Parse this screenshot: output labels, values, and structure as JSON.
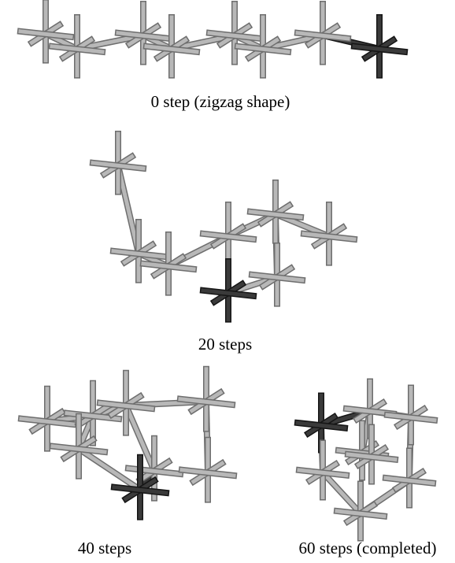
{
  "figure": {
    "captions": {
      "step0": "0 step (zigzag shape)",
      "step20": "20 steps",
      "step40": "40 steps",
      "step60": "60 steps (completed)"
    },
    "colors": {
      "module_light": "#b8b8b8",
      "module_edge": "#6e6e6e",
      "module_dark": "#3a3a3a",
      "module_dark_edge": "#151515"
    },
    "panels": [
      {
        "id": "step0",
        "state": "zigzag shape",
        "module_count": 8
      },
      {
        "id": "step20",
        "state": "intermediate",
        "module_count": 8
      },
      {
        "id": "step40",
        "state": "intermediate",
        "module_count": 8
      },
      {
        "id": "step60",
        "state": "completed",
        "module_count": 8
      }
    ]
  }
}
